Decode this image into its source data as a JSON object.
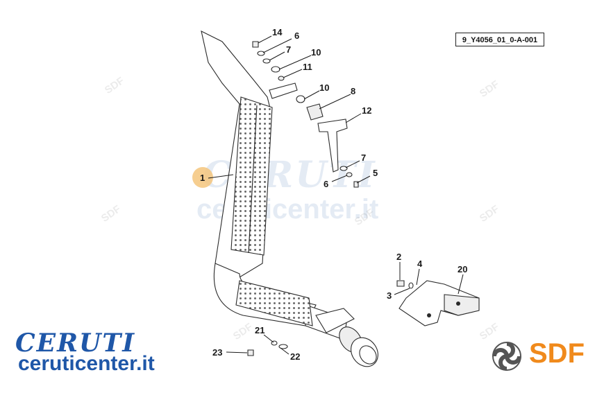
{
  "drawing_code": "9_Y4056_01_0-A-001",
  "brand": {
    "logo_text": "CERUTI",
    "url": "ceruticenter.it",
    "blue": "#1f57a8"
  },
  "manufacturer": {
    "name": "SDF",
    "orange": "#f08a1c",
    "icon": "sdf-swirl-icon"
  },
  "watermark": {
    "logo_text": "CERUTI",
    "url": "ceruticenter.it",
    "small_text": "SDF"
  },
  "highlight": {
    "label": "1",
    "color": "#f5c57d"
  },
  "callouts": {
    "c14": "14",
    "c6a": "6",
    "c7a": "7",
    "c10a": "10",
    "c11": "11",
    "c10b": "10",
    "c8": "8",
    "c12": "12",
    "c7b": "7",
    "c5": "5",
    "c6b": "6",
    "c1": "1",
    "c2": "2",
    "c4": "4",
    "c20": "20",
    "c3": "3",
    "c21": "21",
    "c23": "23",
    "c22": "22"
  }
}
